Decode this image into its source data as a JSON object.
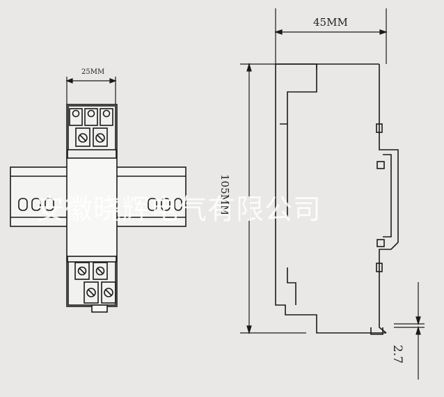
{
  "front_view": {
    "width_dimension": "25MM"
  },
  "side_view": {
    "depth_dimension": "45MM",
    "height_dimension": "105MM",
    "foot_dimension": "2.7"
  },
  "watermark": "安徽晓辉电气有限公司"
}
